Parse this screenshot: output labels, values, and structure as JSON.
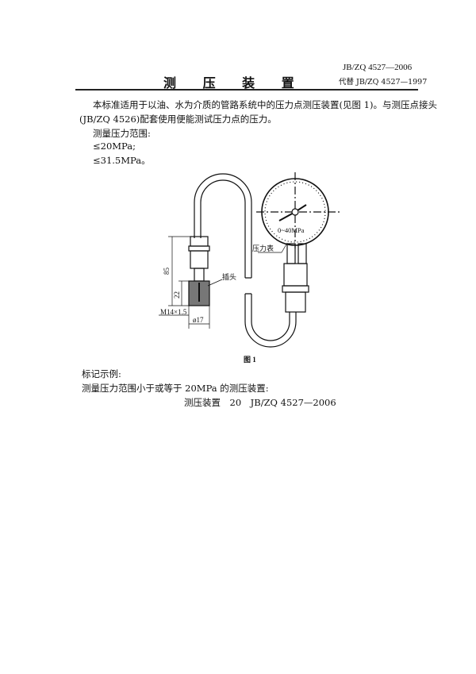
{
  "header": {
    "title": "测 压 装 置",
    "standard_no": "JB/ZQ 4527—2006",
    "replaces": "代替 JB/ZQ 4527—1997"
  },
  "body": {
    "para1_line1": "本标准适用于以油、水为介质的管路系统中的压力点测压装置(见图 1)。与测压点接头",
    "para1_line2": "(JB/ZQ 4526)配套使用便能测试压力点的压力。",
    "range_label": "测量压力范围:",
    "range_1": "≤20MPa;",
    "range_2": "≤31.5MPa。"
  },
  "figure": {
    "gauge_scale": "0~40MPa",
    "label_gauge": "压力表",
    "label_plug": "插头",
    "dim_85": "85",
    "dim_22": "22",
    "dim_thread": "M14×1.5",
    "dim_dia": "ø17",
    "caption": "图 1"
  },
  "example": {
    "heading": "标记示例:",
    "description": "测量压力范围小于或等于 20MPa 的测压装置:",
    "marking": "测压装置　20　JB/ZQ 4527—2006"
  }
}
